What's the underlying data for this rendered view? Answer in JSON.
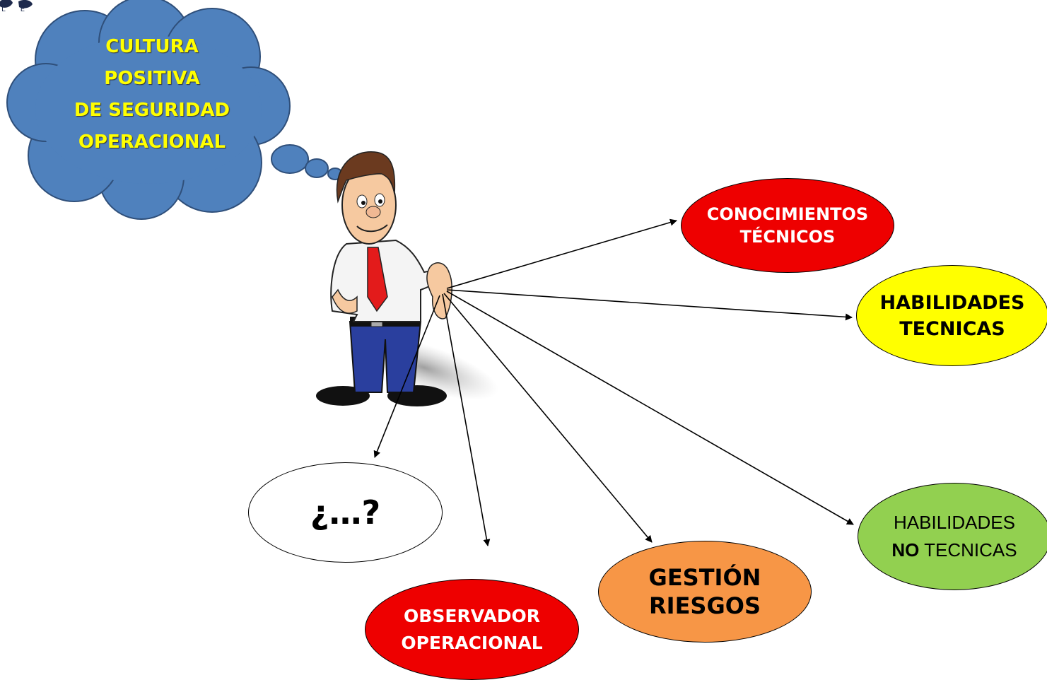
{
  "logo": {
    "letters": "L E"
  },
  "cloud": {
    "lines": [
      "CULTURA",
      "POSITIVA",
      "DE SEGURIDAD",
      "OPERACIONAL"
    ],
    "fill": "#4f81bd",
    "text_color": "#ffff00"
  },
  "nodes": {
    "conocimientos": {
      "line1": "CONOCIMIENTOS",
      "line2": "TÉCNICOS",
      "fill": "#ee0000"
    },
    "habilidades_tecnicas": {
      "line1": "HABILIDADES",
      "line2": "TECNICAS",
      "fill": "#ffff00"
    },
    "habilidades_no_tecnicas": {
      "line1": "HABILIDADES",
      "bold": "NO",
      "rest": " TECNICAS",
      "fill": "#92d050"
    },
    "gestion": {
      "line1": "GESTIÓN",
      "line2": "RIESGOS",
      "fill": "#f79646"
    },
    "observador": {
      "line1": "OBSERVADOR",
      "line2": "OPERACIONAL",
      "fill": "#ee0000"
    },
    "pregunta": {
      "text": "¿…?",
      "fill": "#ffffff"
    }
  },
  "figure": {
    "icon": "businessman-icon"
  }
}
